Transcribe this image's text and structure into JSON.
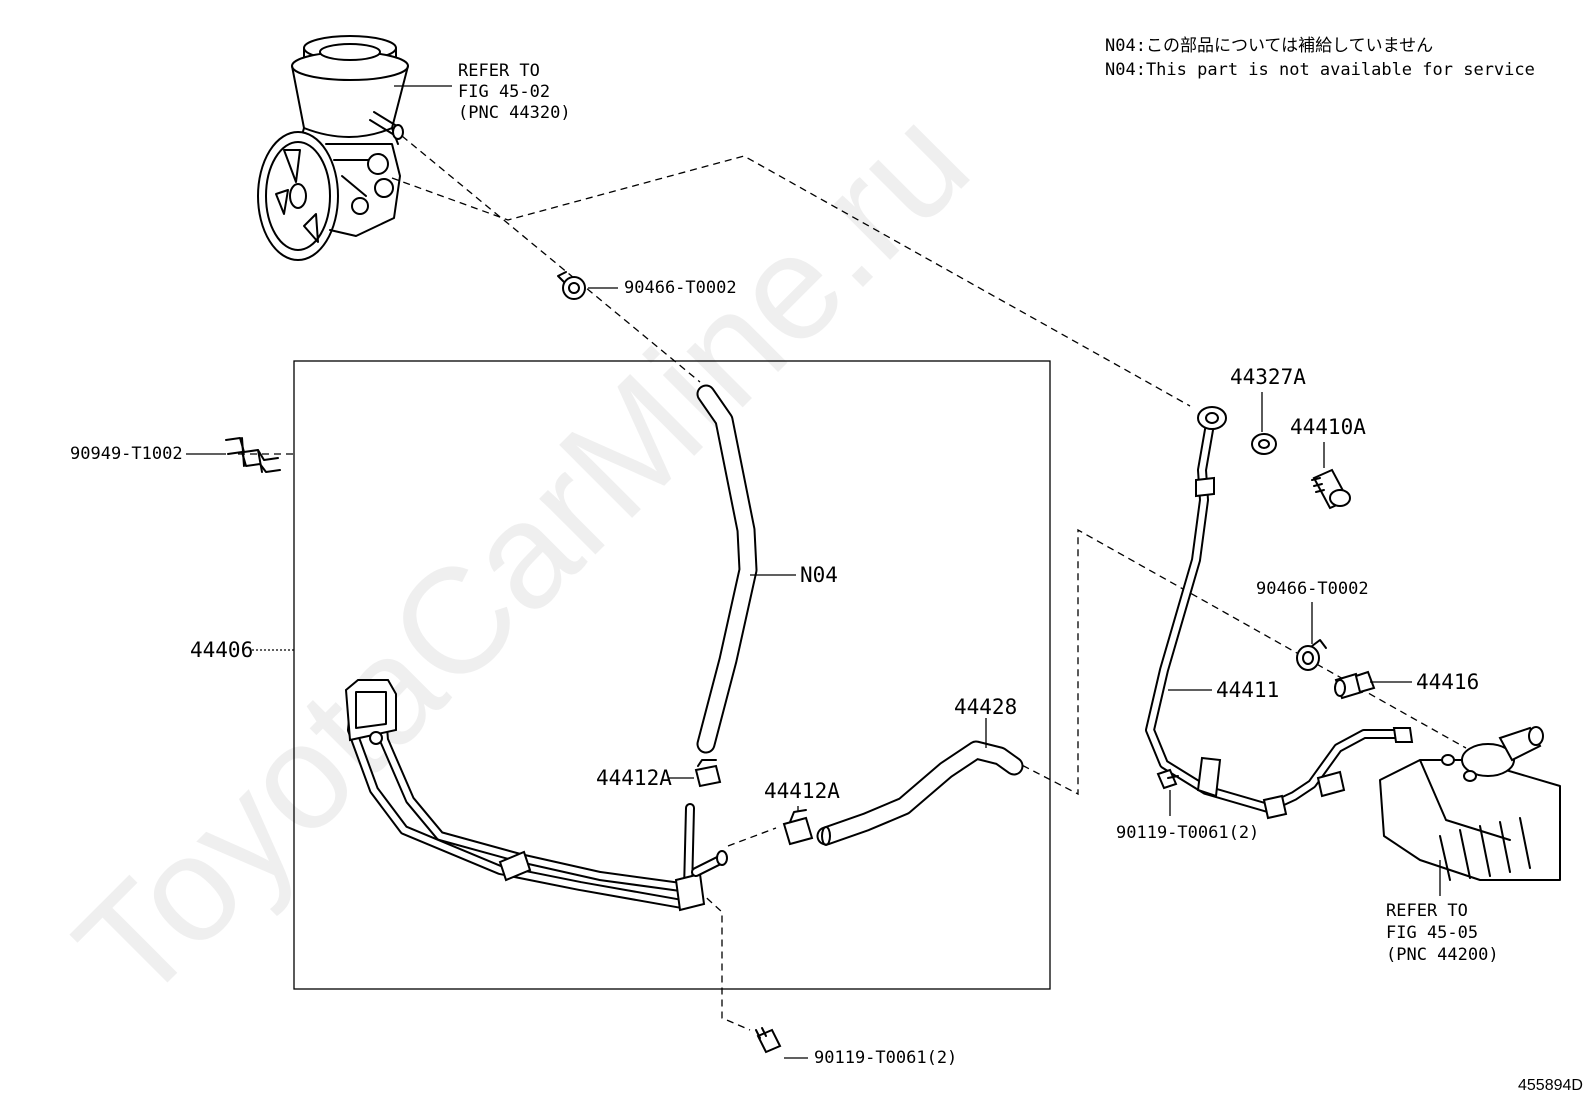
{
  "watermark": "ToyotaCarMine.ru",
  "notes": {
    "line_jp": "N04:この部品については補給していません",
    "line_en": "N04:This part is not available for service"
  },
  "refs": {
    "pump_ref": {
      "line1": "REFER TO",
      "line2": "FIG 45-02",
      "line3": "(PNC 44320)"
    },
    "gear_ref": {
      "line1": "REFER TO",
      "line2": "FIG 45-05",
      "line3": "(PNC 44200)"
    }
  },
  "parts": {
    "clamp_top": "90466-T0002",
    "clamp_right": "90466-T0002",
    "clip_left": "90949-T1002",
    "assembly": "44406",
    "hose_n04": "N04",
    "clamp_a_left": "44412A",
    "clamp_a_mid": "44412A",
    "hose_44428": "44428",
    "gasket": "44327A",
    "union_bolt": "44410A",
    "tube_44411": "44411",
    "valve_44416": "44416",
    "bolt_right": "90119-T0061(2)",
    "bolt_bottom": "90119-T0061(2)"
  },
  "figure_number": "455894D"
}
